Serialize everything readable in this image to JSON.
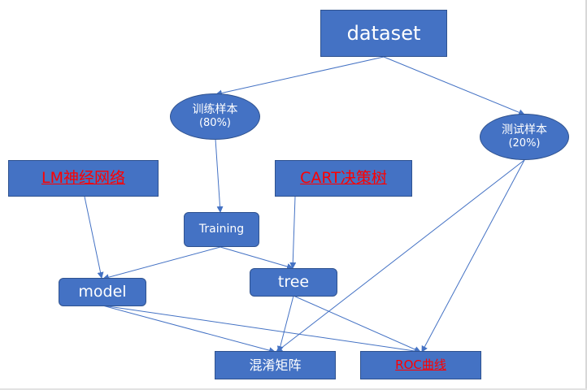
{
  "nodes": {
    "dataset": {
      "label": "dataset"
    },
    "train_sample": {
      "line1": "训练样本",
      "line2": "(80%)"
    },
    "test_sample": {
      "line1": "测试样本",
      "line2": "(20%)"
    },
    "lm_nn": {
      "label": "LM神经网络"
    },
    "cart_tree": {
      "label": "CART决策树"
    },
    "training": {
      "label": "Training"
    },
    "model": {
      "label": "model"
    },
    "tree": {
      "label": "tree"
    },
    "confusion_matrix": {
      "label": "混淆矩阵"
    },
    "roc_curve": {
      "label": "ROC曲线"
    }
  },
  "colors": {
    "node_fill": "#4472C4",
    "node_border": "#2F528F",
    "edge": "#4472C4",
    "highlight_text": "#FF0000"
  }
}
